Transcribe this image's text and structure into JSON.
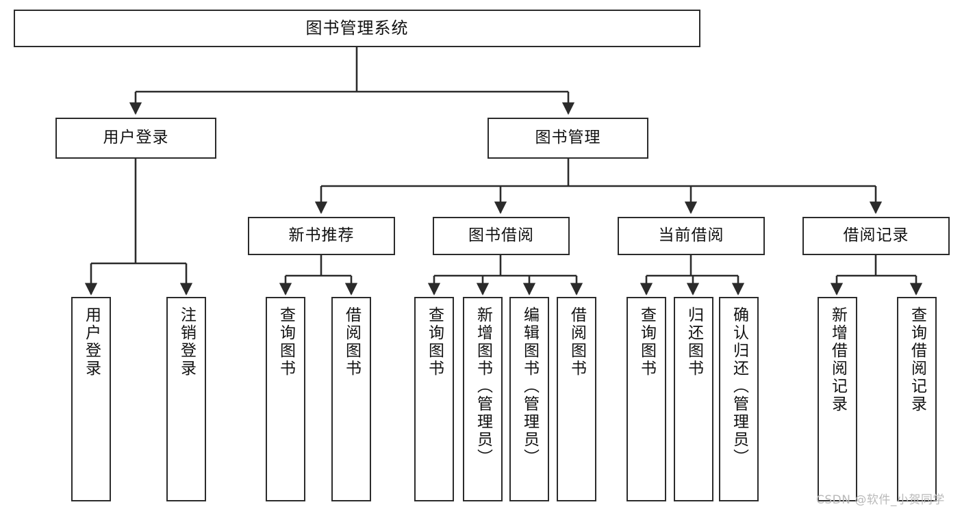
{
  "diagram": {
    "title": "图书管理系统",
    "type": "tree-hierarchy",
    "watermark": "CSDN @软件_小贺同学",
    "colors": {
      "stroke": "#2b2b2b",
      "fill": "#ffffff",
      "text": "#111111",
      "watermark": "#b9b9b9"
    },
    "levels": {
      "root": {
        "label": "图书管理系统"
      },
      "level2": [
        {
          "label": "用户登录"
        },
        {
          "label": "图书管理"
        }
      ],
      "level3": [
        {
          "label": "新书推荐"
        },
        {
          "label": "图书借阅"
        },
        {
          "label": "当前借阅"
        },
        {
          "label": "借阅记录"
        }
      ],
      "leaves": [
        {
          "label": "用户登录",
          "parent": "用户登录"
        },
        {
          "label": "注销登录",
          "parent": "用户登录"
        },
        {
          "label": "查询图书",
          "parent": "新书推荐"
        },
        {
          "label": "借阅图书",
          "parent": "新书推荐"
        },
        {
          "label": "查询图书",
          "parent": "图书借阅"
        },
        {
          "label": "新增图书（管理员）",
          "parent": "图书借阅"
        },
        {
          "label": "编辑图书（管理员）",
          "parent": "图书借阅"
        },
        {
          "label": "借阅图书",
          "parent": "图书借阅"
        },
        {
          "label": "查询图书",
          "parent": "当前借阅"
        },
        {
          "label": "归还图书",
          "parent": "当前借阅"
        },
        {
          "label": "确认归还（管理员）",
          "parent": "当前借阅"
        },
        {
          "label": "新增借阅记录",
          "parent": "借阅记录"
        },
        {
          "label": "查询借阅记录",
          "parent": "借阅记录"
        }
      ]
    }
  }
}
